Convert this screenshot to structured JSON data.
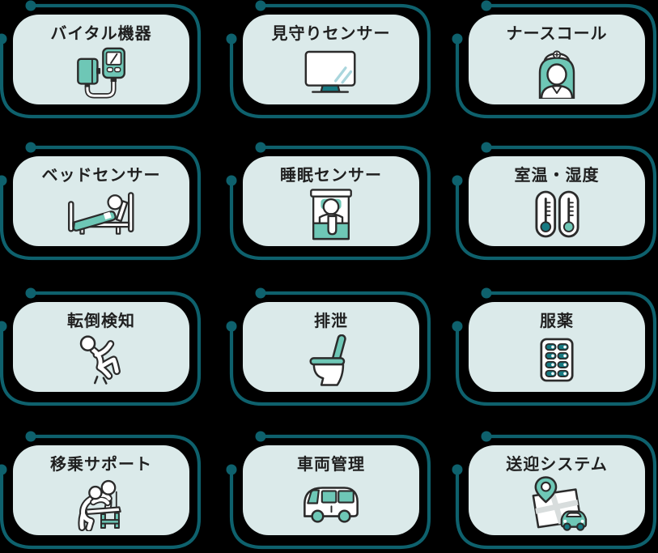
{
  "colors": {
    "bg": "#000000",
    "card-bg": "#dbeaea",
    "line": "#0e616d",
    "outline": "#2b2b2b",
    "mint": "#6ec7b6",
    "teal-dark": "#177a82",
    "reflection": "#aad6dd",
    "road": "#d8dddd",
    "text": "#1f1f1f"
  },
  "cards": [
    {
      "label": "バイタル機器",
      "icon": "blood-pressure-monitor-icon"
    },
    {
      "label": "見守りセンサー",
      "icon": "monitoring-display-icon"
    },
    {
      "label": "ナースコール",
      "icon": "nurse-icon"
    },
    {
      "label": "ベッドセンサー",
      "icon": "person-in-bed-icon"
    },
    {
      "label": "睡眠センサー",
      "icon": "sleeping-person-icon"
    },
    {
      "label": "室温・湿度",
      "icon": "thermometers-icon"
    },
    {
      "label": "転倒検知",
      "icon": "falling-person-icon"
    },
    {
      "label": "排泄",
      "icon": "toilet-icon"
    },
    {
      "label": "服薬",
      "icon": "pill-blister-pack-icon"
    },
    {
      "label": "移乗サポート",
      "icon": "transfer-assist-icon"
    },
    {
      "label": "車両管理",
      "icon": "van-icon"
    },
    {
      "label": "送迎システム",
      "icon": "map-pin-car-icon"
    }
  ]
}
